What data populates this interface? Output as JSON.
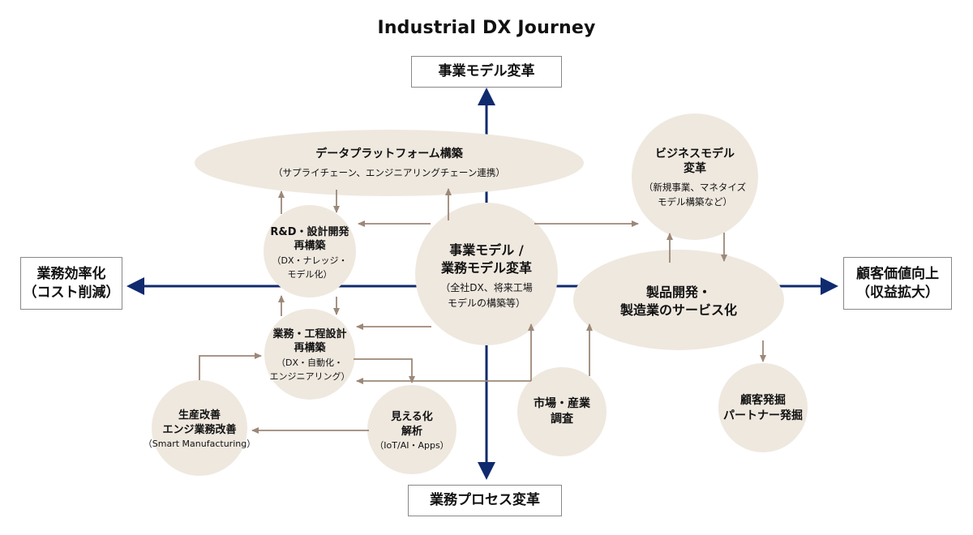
{
  "title": "Industrial DX Journey",
  "colors": {
    "axis": "#0f2a6e",
    "connector": "#9c8878",
    "node_fill": "#efe8df",
    "box_border": "#888888"
  },
  "axes": {
    "top": {
      "label": "事業モデル変革"
    },
    "bottom": {
      "label": "業務プロセス変革"
    },
    "left": {
      "line1": "業務効率化",
      "line2": "（コスト削減）"
    },
    "right": {
      "line1": "顧客価値向上",
      "line2": "（収益拡大）"
    }
  },
  "nodes": {
    "data_platform": {
      "title": "データプラットフォーム構築",
      "sub": "（サプライチェーン、エンジニアリングチェーン連携）"
    },
    "business_model": {
      "title1": "ビジネスモデル",
      "title2": "変革",
      "sub1": "（新規事業、マネタイズ",
      "sub2": "モデル構築など）"
    },
    "rd_design": {
      "title1": "R&D・設計開発",
      "title2": "再構築",
      "sub1": "（DX・ナレッジ・",
      "sub2": "モデル化）"
    },
    "core": {
      "title1": "事業モデル /",
      "title2": "業務モデル変革",
      "sub1": "（全社DX、将来工場",
      "sub2": "モデルの構築等）"
    },
    "product_dev": {
      "title1": "製品開発・",
      "title2": "製造業のサービス化"
    },
    "process_design": {
      "title1": "業務・工程設計",
      "title2": "再構築",
      "sub1": "（DX・自動化・",
      "sub2": "エンジニアリング）"
    },
    "production": {
      "title1": "生産改善",
      "title2": "エンジ業務改善",
      "sub": "（Smart Manufacturing）"
    },
    "visualization": {
      "title1": "見える化",
      "title2": "解析",
      "sub": "（IoT/AI・Apps）"
    },
    "market": {
      "title1": "市場・産業",
      "title2": "調査"
    },
    "customer": {
      "title1": "顧客発掘",
      "title2": "パートナー発掘"
    }
  }
}
